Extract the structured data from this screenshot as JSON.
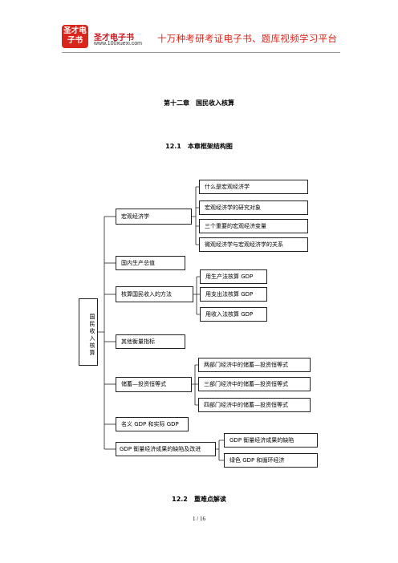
{
  "header": {
    "logo_text": "圣才电子书",
    "brand_name": "圣才电子书",
    "brand_url": "www.100xuexi.com",
    "slogan": "十万种考研考证电子书、题库视频学习平台"
  },
  "chapter_title": "第十二章　国民收入核算",
  "section_title": "12.1　本章框架结构图",
  "diagram": {
    "root": "国民收入核算",
    "branches": [
      {
        "label": "宏观经济学",
        "children": [
          "什么是宏观经济学",
          "宏观经济学的研究对象",
          "三个重要的宏观经济变量",
          "微观经济学与宏观经济学的关系"
        ]
      },
      {
        "label": "国内生产总值",
        "children": []
      },
      {
        "label": "核算国民收入的方法",
        "children": [
          "用生产法核算 GDP",
          "用支出法核算 GDP",
          "用收入法核算 GDP"
        ]
      },
      {
        "label": "其他衡量指标",
        "children": []
      },
      {
        "label": "储蓄—投资恒等式",
        "children": [
          "两部门经济中的储蓄—投资恒等式",
          "三部门经济中的储蓄—投资恒等式",
          "四部门经济中的储蓄—投资恒等式"
        ]
      },
      {
        "label": "名义 GDP 和实际 GDP",
        "children": []
      },
      {
        "label": "GDP 衡量经济成果的缺陷及改进",
        "children": [
          "GDP 衡量经济成果的缺陷",
          "绿色 GDP 和循环经济"
        ]
      }
    ]
  },
  "section_title_2": "12.2　重难点解读",
  "page_number": "1 / 16"
}
